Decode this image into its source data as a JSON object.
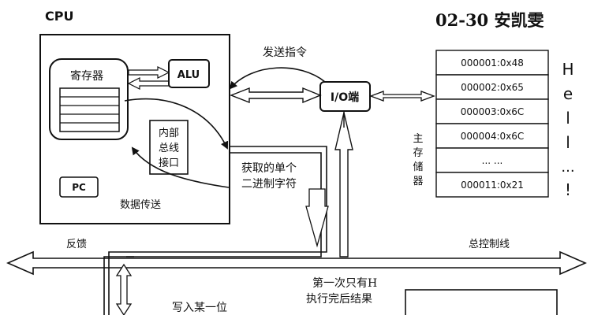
{
  "diagram": {
    "header": {
      "cpu_title": "CPU",
      "doc_title": "02-30 安凯雯"
    },
    "cpu": {
      "registers_label": "寄存器",
      "alu_label": "ALU",
      "bus_interface_label": [
        "内部",
        "总线",
        "接口"
      ],
      "pc_label": "PC",
      "data_transfer_label": "数据传送"
    },
    "io_port_label": "I/O端",
    "labels": {
      "send_instruction": "发送指令",
      "fetched_char": [
        "获取的单个",
        "二进制字符"
      ],
      "feedback": "反馈",
      "control_bus": "总控制线",
      "first_only_h": [
        "第一次只有H",
        "执行完后结果"
      ],
      "write_one_bit": "写入某一位"
    },
    "memory": {
      "label_vertical": [
        "主",
        "存",
        "储",
        "器"
      ],
      "cells": [
        "000001:0x48",
        "000002:0x65",
        "000003:0x6C",
        "000004:0x6C",
        "... ...",
        "000011:0x21"
      ],
      "chars": [
        "H",
        "e",
        "l",
        "l",
        "...",
        "!"
      ]
    }
  }
}
